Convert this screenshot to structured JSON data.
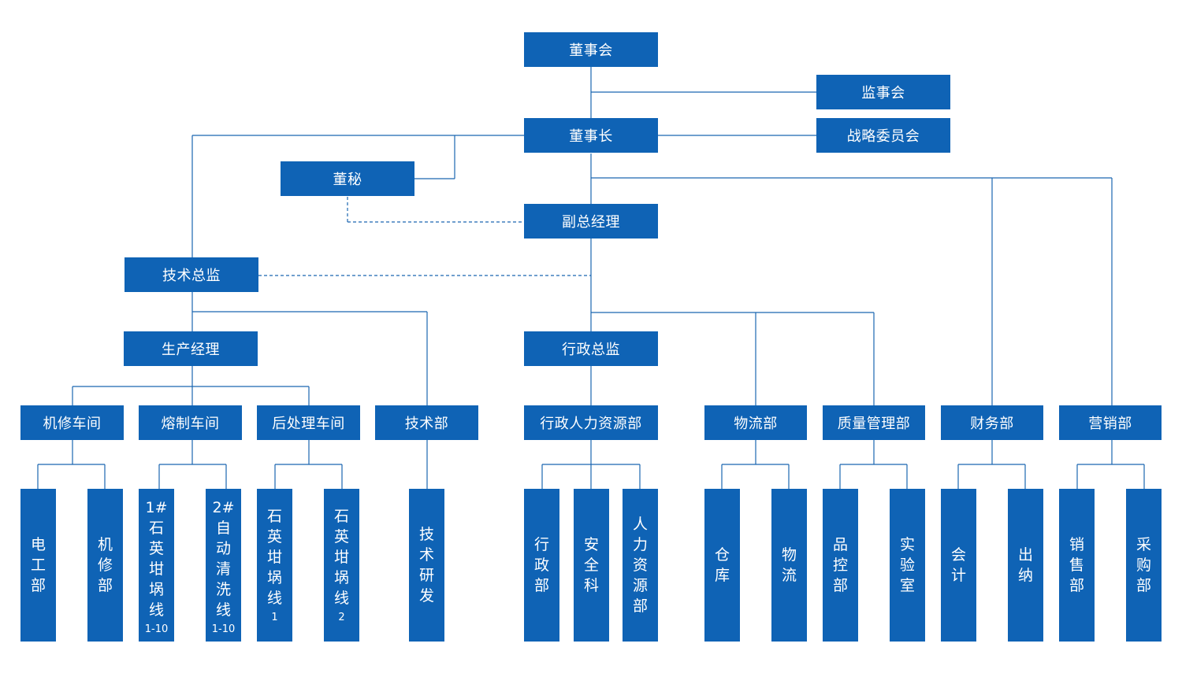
{
  "colors": {
    "node_fill": "#0f63b5",
    "connector": "#1a66b1",
    "text": "#ffffff"
  },
  "top": {
    "board": "董事会",
    "supervisors": "监事会",
    "chairman": "董事长",
    "strategy": "战略委员会",
    "secretary": "董秘",
    "vice_gm": "副总经理",
    "tech_director": "技术总监"
  },
  "mid": {
    "production_manager": "生产经理",
    "admin_director": "行政总监"
  },
  "departments": {
    "maintenance": "机修车间",
    "melting": "熔制车间",
    "postprocess": "后处理车间",
    "tech": "技术部",
    "admin_hr": "行政人力资源部",
    "logistics": "物流部",
    "quality": "质量管理部",
    "finance": "财务部",
    "marketing": "营销部"
  },
  "units": {
    "electrical": {
      "chars": [
        "电",
        "工",
        "部"
      ]
    },
    "mech_repair": {
      "chars": [
        "机",
        "修",
        "部"
      ]
    },
    "line1": {
      "chars": [
        "1#",
        "石",
        "英",
        "坩",
        "埚",
        "线"
      ],
      "sub": "1-10"
    },
    "line2": {
      "chars": [
        "2#",
        "自",
        "动",
        "清",
        "洗",
        "线"
      ],
      "sub": "1-10"
    },
    "quartz1": {
      "chars": [
        "石",
        "英",
        "坩",
        "埚",
        "线"
      ],
      "sub": "1"
    },
    "quartz2": {
      "chars": [
        "石",
        "英",
        "坩",
        "埚",
        "线"
      ],
      "sub": "2"
    },
    "rnd": {
      "chars": [
        "技",
        "术",
        "研",
        "发"
      ]
    },
    "admin": {
      "chars": [
        "行",
        "政",
        "部"
      ]
    },
    "safety": {
      "chars": [
        "安",
        "全",
        "科"
      ]
    },
    "hr": {
      "chars": [
        "人",
        "力",
        "资",
        "源",
        "部"
      ]
    },
    "warehouse": {
      "chars": [
        "仓",
        "库"
      ]
    },
    "logistics_unit": {
      "chars": [
        "物",
        "流"
      ]
    },
    "qc": {
      "chars": [
        "品",
        "控",
        "部"
      ]
    },
    "lab": {
      "chars": [
        "实",
        "验",
        "室"
      ]
    },
    "accounting": {
      "chars": [
        "会",
        "计"
      ]
    },
    "cashier": {
      "chars": [
        "出",
        "纳"
      ]
    },
    "sales": {
      "chars": [
        "销",
        "售",
        "部"
      ]
    },
    "purchasing": {
      "chars": [
        "采",
        "购",
        "部"
      ]
    }
  }
}
